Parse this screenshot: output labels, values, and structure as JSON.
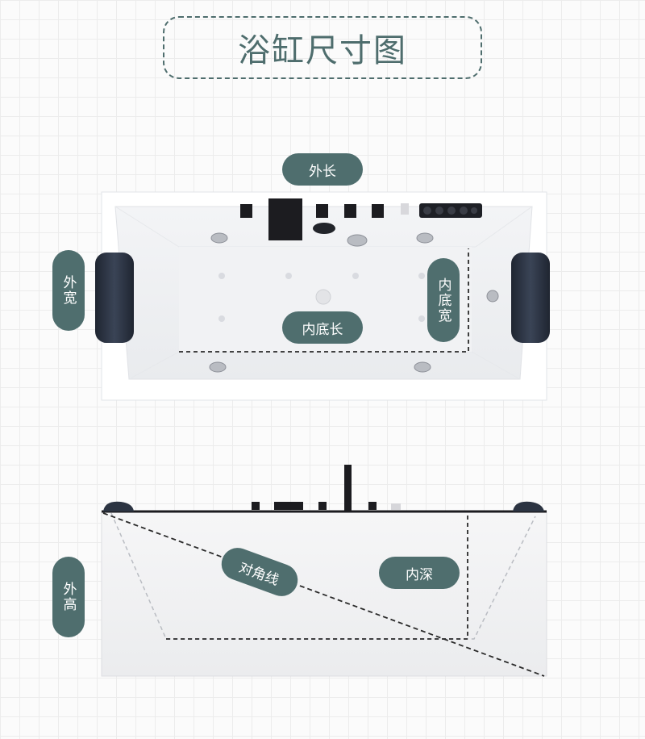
{
  "title": "浴缸尺寸图",
  "labels": {
    "outer_length": "外长",
    "outer_width": "外宽",
    "inner_bottom_length": "内底长",
    "inner_bottom_width": "内底宽",
    "outer_height": "外高",
    "diagonal": "对角线",
    "inner_depth": "内深"
  },
  "colors": {
    "accent": "#4f6e6e",
    "tub": "#ffffff",
    "pillow": "#2c3442",
    "hardware": "#1c1c20"
  },
  "icons": [
    "headrest-pillow-icon",
    "faucet-icon",
    "water-jet-icon",
    "control-panel-icon",
    "drain-icon"
  ]
}
